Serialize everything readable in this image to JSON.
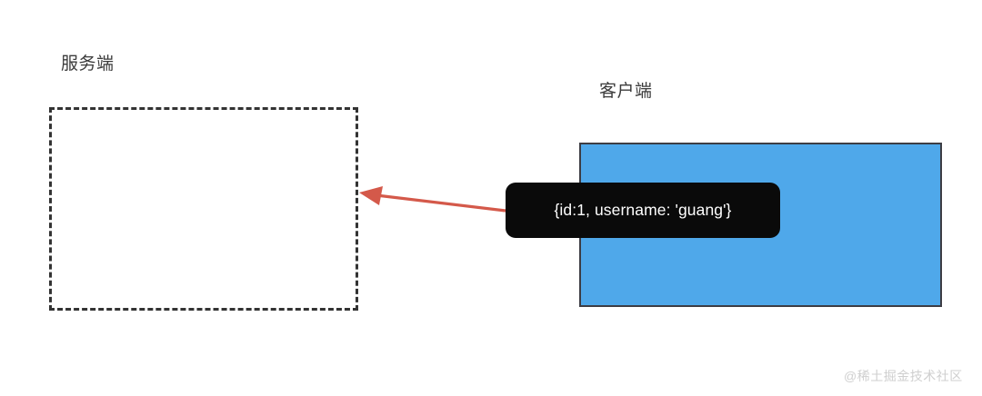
{
  "diagram": {
    "background_color": "#ffffff",
    "server": {
      "label": "服务端",
      "box_style": "dashed",
      "border_color": "#333333"
    },
    "client": {
      "label": "客户端",
      "box_style": "solid",
      "fill_color": "#4FA8EA",
      "border_color": "#3d3d44"
    },
    "message": {
      "text": "{id:1, username: 'guang'}",
      "background_color": "#0a0a0a",
      "text_color": "#ffffff"
    },
    "arrow": {
      "direction": "client-to-server",
      "color": "#d4594a",
      "name": "data-flow-arrow"
    }
  },
  "watermark": {
    "text": "@稀土掘金技术社区",
    "color": "#cfcfcf"
  }
}
